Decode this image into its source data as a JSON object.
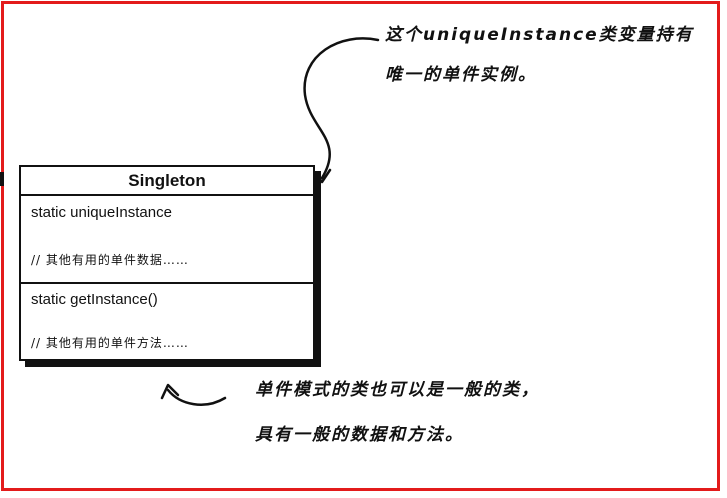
{
  "uml_class": {
    "name": "Singleton",
    "attributes": [
      "static uniqueInstance"
    ],
    "attributes_comment": "//  其他有用的单件数据……",
    "methods": [
      "static getInstance()"
    ],
    "methods_comment": "//  其他有用的单件方法……"
  },
  "annotations": {
    "top_right": {
      "line1": "这个uniqueInstance类变量持有",
      "line2": "唯一的单件实例。"
    },
    "bottom": {
      "line1": "单件模式的类也可以是一般的类，",
      "line2": "具有一般的数据和方法。"
    }
  },
  "colors": {
    "frame": "#e31b1b",
    "ink": "#111111"
  }
}
